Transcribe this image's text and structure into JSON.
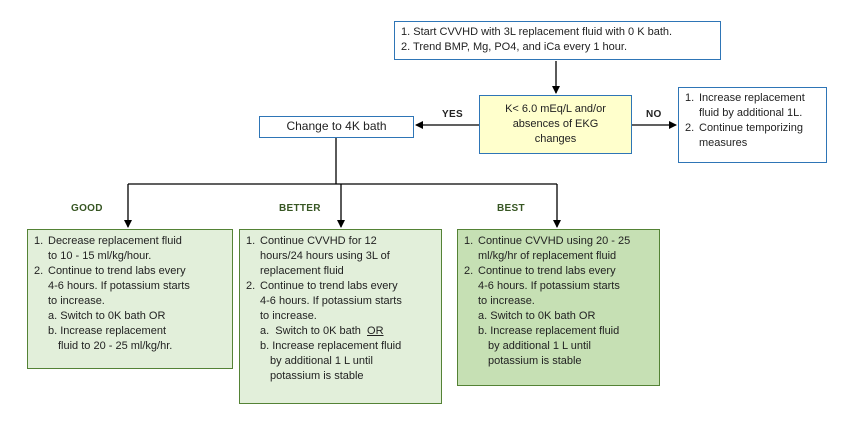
{
  "start": {
    "items": [
      "1.  Start CVVHD with 3L replacement fluid with 0 K bath.",
      "2.  Trend BMP, Mg, PO4, and iCa every 1 hour."
    ]
  },
  "decision": {
    "lines": [
      "K< 6.0 mEq/L and/or",
      "absences of EKG",
      "changes"
    ]
  },
  "yes_label": "YES",
  "no_label": "NO",
  "no_branch": {
    "items": [
      {
        "num": "1.",
        "lines": [
          "Increase replacement",
          "fluid by additional 1L."
        ]
      },
      {
        "num": "2.",
        "lines": [
          "Continue temporizing",
          "measures"
        ]
      }
    ]
  },
  "change_box": "Change to 4K bath",
  "good": {
    "label": "GOOD",
    "item1": {
      "num": "1.",
      "lines": [
        "Decrease replacement fluid",
        "to  10 - 15 ml/kg/hour."
      ]
    },
    "item2": {
      "num": "2.",
      "lines": [
        "Continue to trend labs every",
        "4-6 hours. If potassium starts",
        "to increase."
      ]
    },
    "sub_a": "a.  Switch to 0K bath  OR",
    "sub_b": [
      "b.  Increase replacement",
      "fluid to  20 - 25 ml/kg/hr."
    ]
  },
  "better": {
    "label": "BETTER",
    "item1": {
      "num": "1.",
      "lines": [
        "Continue CVVHD for 12",
        "hours/24 hours using 3L of",
        "replacement fluid"
      ]
    },
    "item2": {
      "num": "2.",
      "lines": [
        "Continue to trend labs every",
        "4-6 hours. If potassium starts",
        "to increase."
      ]
    },
    "sub_a_prefix": "a.  Switch to 0K bath  ",
    "sub_a_or": "OR",
    "sub_b": [
      "b.  Increase replacement fluid",
      "by additional 1 L until",
      "potassium is stable"
    ]
  },
  "best": {
    "label": "BEST",
    "item1": {
      "num": "1.",
      "lines": [
        "Continue CVVHD using 20 - 25",
        "ml/kg/hr of replacement fluid"
      ]
    },
    "item2": {
      "num": "2.",
      "lines": [
        "Continue to trend labs every",
        "4-6 hours. If potassium starts",
        "to increase."
      ]
    },
    "sub_a": "a.  Switch to 0K bath  OR",
    "sub_b": [
      "b.  Increase replacement fluid",
      "by additional 1 L until",
      "potassium is stable"
    ]
  }
}
